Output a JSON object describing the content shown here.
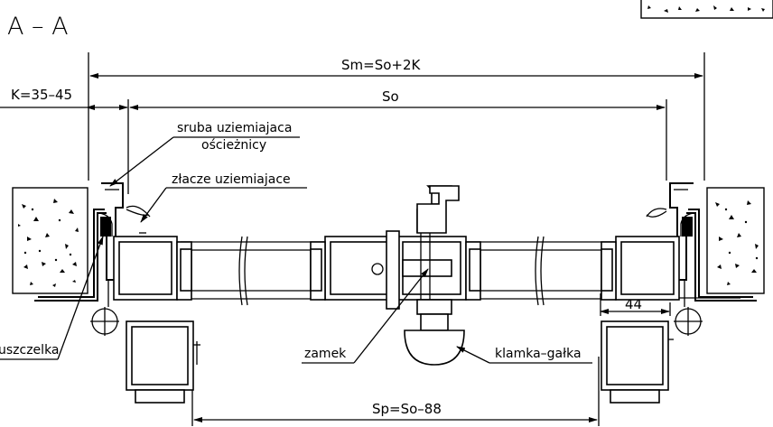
{
  "section_label": "A – A",
  "dimensions": {
    "sm": "Sm=So+2K",
    "so": "So",
    "k": "K=35–45",
    "sp": "Sp=So–88",
    "d44": "44"
  },
  "callouts": {
    "sruba_line1": "sruba uziemiajaca",
    "sruba_line2": "ościeżnicy",
    "zlacze": "złacze uziemiajace",
    "uszczelka": "uszczelka",
    "zamek": "zamek",
    "klamka": "klamka–gałka"
  }
}
